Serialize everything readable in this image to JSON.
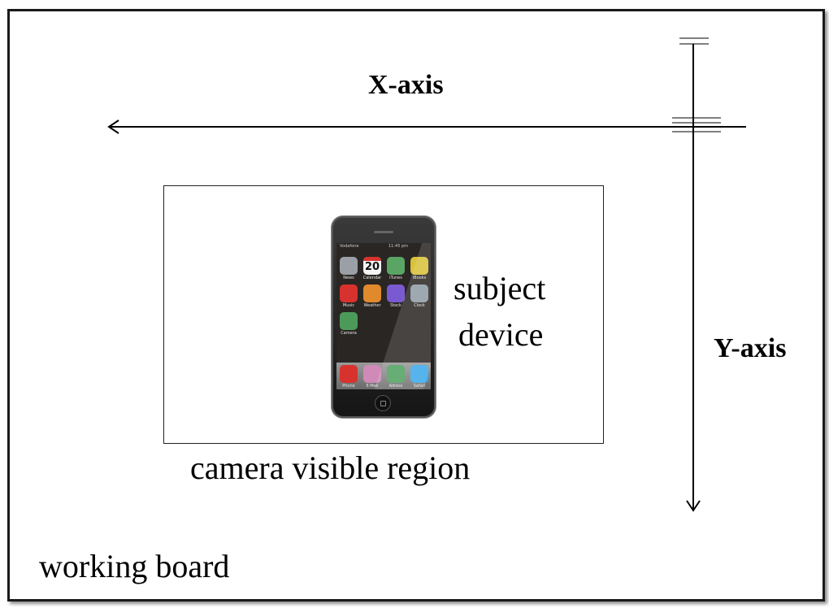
{
  "labels": {
    "x_axis": "X-axis",
    "y_axis": "Y-axis",
    "subject_line1": "subject",
    "subject_line2": "device",
    "camera_region": "camera visible region",
    "working_board": "working board"
  },
  "phone": {
    "carrier": "Vodafone",
    "time": "11:45 pm",
    "calendar_day": "20",
    "apps": [
      {
        "label": "News",
        "color": "#9aa0a6"
      },
      {
        "label": "Calendar",
        "color": "#f4f4f4"
      },
      {
        "label": "iTunes",
        "color": "#5aa564"
      },
      {
        "label": "iBooks",
        "color": "#d8c23a"
      },
      {
        "label": "Music",
        "color": "#d8322e"
      },
      {
        "label": "Weather",
        "color": "#e08a2c"
      },
      {
        "label": "Stock",
        "color": "#7a5ad0"
      },
      {
        "label": "Clock",
        "color": "#8f9aa3"
      },
      {
        "label": "Camera",
        "color": "#4c9a5a"
      }
    ],
    "dock": [
      {
        "label": "Phone",
        "color": "#d8322e"
      },
      {
        "label": "E-Mail",
        "color": "#d08ab8"
      },
      {
        "label": "Adress",
        "color": "#4fa060"
      },
      {
        "label": "Safari",
        "color": "#3aa8e8"
      }
    ]
  }
}
